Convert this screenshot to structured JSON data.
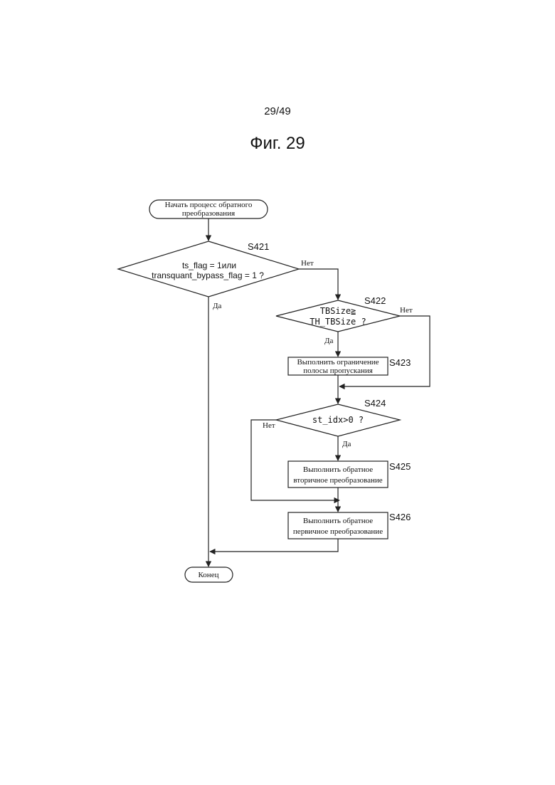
{
  "header": {
    "page_number": "29/49",
    "figure_title": "Фиг. 29"
  },
  "flowchart": {
    "start": {
      "line1": "Начать процесс обратного",
      "line2": "преобразования"
    },
    "s421": {
      "id": "S421",
      "line1": "ts_flag = 1или",
      "line2": "transquant_bypass_flag = 1 ?",
      "no_label": "Нет",
      "yes_label": "Да"
    },
    "s422": {
      "id": "S422",
      "line1": "TBSize≧",
      "line2": "TH_TBSize ?",
      "no_label": "Нет",
      "yes_label": "Да"
    },
    "s423": {
      "id": "S423",
      "line1": "Выполнить ограничение",
      "line2": "полосы пропускания"
    },
    "s424": {
      "id": "S424",
      "line1": "st_idx>0 ?",
      "no_label": "Нет",
      "yes_label": "Да"
    },
    "s425": {
      "id": "S425",
      "line1": "Выполнить обратное",
      "line2": "вторичное преобразование"
    },
    "s426": {
      "id": "S426",
      "line1": "Выполнить обратное",
      "line2": "первичное преобразование"
    },
    "end": {
      "label": "Конец"
    }
  }
}
